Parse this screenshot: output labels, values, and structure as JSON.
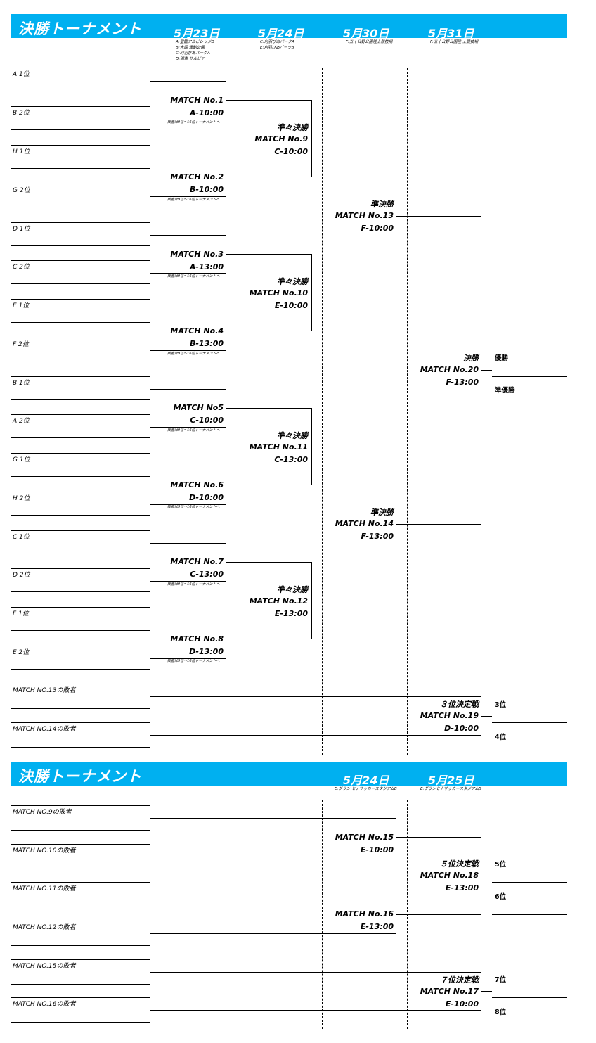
{
  "top": {
    "title": "決勝トーナメント",
    "dates": [
      "5月23日",
      "5月24日",
      "5月30日",
      "5月31日"
    ],
    "venues": [
      "A:聖籠アルビレッジD\nB:大堀 運動公園\nC:刈羽ぴあパークA\nD:潟東 サルビア",
      "C:刈羽ぴあパークA\nE:刈羽ぴあパークB",
      "F:五十公野公園陸上競技場",
      "F:五十公野公園陸 上競技場"
    ],
    "teams": [
      "A 1位",
      "B 2位",
      "H 1位",
      "G 2位",
      "D 1位",
      "C 2位",
      "E 1位",
      "F 2位",
      "B 1位",
      "A 2位",
      "G 1位",
      "H 2位",
      "C 1位",
      "D 2位",
      "F 1位",
      "E 2位"
    ],
    "r1": [
      {
        "match": "MATCH No.1",
        "time": "A-10:00"
      },
      {
        "match": "MATCH No.2",
        "time": "B-10:00"
      },
      {
        "match": "MATCH No.3",
        "time": "A-13:00"
      },
      {
        "match": "MATCH No.4",
        "time": "B-13:00"
      },
      {
        "match": "MATCH No5",
        "time": "C-10:00"
      },
      {
        "match": "MATCH No.6",
        "time": "D-10:00"
      },
      {
        "match": "MATCH No.7",
        "time": "C-13:00"
      },
      {
        "match": "MATCH No.8",
        "time": "D-13:00"
      }
    ],
    "loser_note": "敗者は9位～16位トーナメントへ",
    "qf": [
      {
        "round": "準々決勝",
        "match": "MATCH No.9",
        "time": "C-10:00"
      },
      {
        "round": "準々決勝",
        "match": "MATCH No.10",
        "time": "E-10:00"
      },
      {
        "round": "準々決勝",
        "match": "MATCH No.11",
        "time": "C-13:00"
      },
      {
        "round": "準々決勝",
        "match": "MATCH No.12",
        "time": "E-13:00"
      }
    ],
    "sf": [
      {
        "round": "準決勝",
        "match": "MATCH No.13",
        "time": "F-10:00"
      },
      {
        "round": "準決勝",
        "match": "MATCH No.14",
        "time": "F-13:00"
      }
    ],
    "final": {
      "round": "決勝",
      "match": "MATCH No.20",
      "time": "F-13:00"
    },
    "champion": "優勝",
    "runner_up": "準優勝",
    "third_teams": [
      "MATCH NO.13の敗者",
      "MATCH NO.14の敗者"
    ],
    "third": {
      "round": "３位決定戦",
      "match": "MATCH No.19",
      "time": "D-10:00"
    },
    "third_ranks": [
      "3位",
      "4位"
    ]
  },
  "bottom": {
    "title": "決勝トーナメント",
    "dates": [
      "5月24日",
      "5月25日"
    ],
    "venues": [
      "E:グラン セナサッカースタジアムB",
      "E:グランセナサッカースタジアムB"
    ],
    "teams": [
      "MATCH NO.9の敗者",
      "MATCH NO.10の敗者",
      "MATCH NO.11の敗者",
      "MATCH NO.12の敗者",
      "MATCH NO.15の敗者",
      "MATCH NO.16の敗者"
    ],
    "m15": {
      "match": "MATCH No.15",
      "time": "E-10:00"
    },
    "m16": {
      "match": "MATCH No.16",
      "time": "E-13:00"
    },
    "fifth": {
      "round": "５位決定戦",
      "match": "MATCH No.18",
      "time": "E-13:00"
    },
    "fifth_ranks": [
      "5位",
      "6位"
    ],
    "seventh": {
      "round": "７位決定戦",
      "match": "MATCH No.17",
      "time": "E-10:00"
    },
    "seventh_ranks": [
      "7位",
      "8位"
    ]
  }
}
